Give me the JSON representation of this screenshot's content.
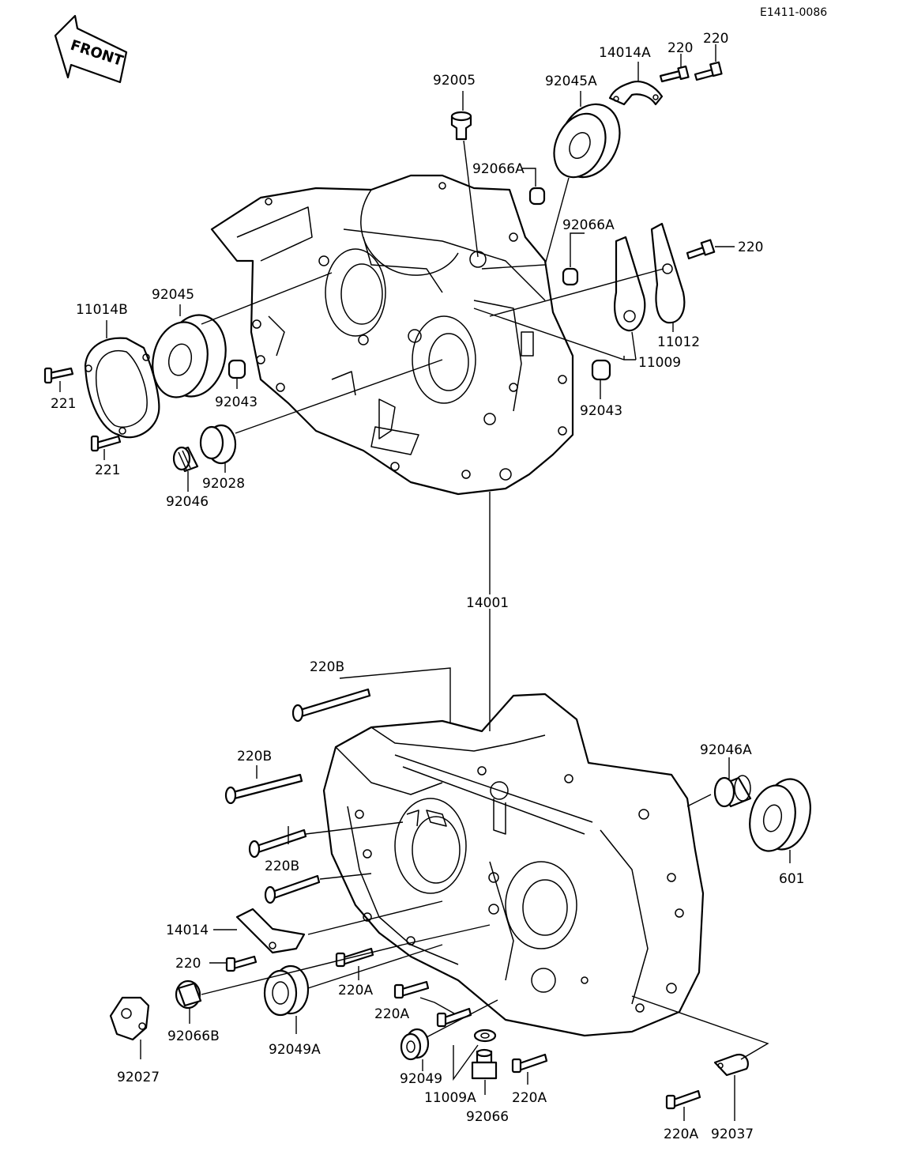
{
  "reference_code": "E1411-0086",
  "front_label": "FRONT",
  "labels": {
    "l92005": "92005",
    "l14014A": "14014A",
    "l220_top1": "220",
    "l220_top2": "220",
    "l92045A": "92045A",
    "l92066A_1": "92066A",
    "l92066A_2": "92066A",
    "l220_right": "220",
    "l11014B": "11014B",
    "l92045": "92045",
    "l221_a": "221",
    "l92043_left": "92043",
    "l11012": "11012",
    "l11009": "11009",
    "l92043_right": "92043",
    "l221_b": "221",
    "l92028": "92028",
    "l92046": "92046",
    "l14001": "14001",
    "l220B_1": "220B",
    "l220B_2": "220B",
    "l220B_3": "220B",
    "l92046A": "92046A",
    "l601": "601",
    "l14014": "14014",
    "l220_lower": "220",
    "l220A_1": "220A",
    "l220A_2": "220A",
    "l92066B": "92066B",
    "l92049A": "92049A",
    "l92027": "92027",
    "l92049": "92049",
    "l11009A": "11009A",
    "l92066": "92066",
    "l220A_3": "220A",
    "l220A_4": "220A",
    "l92037": "92037"
  }
}
